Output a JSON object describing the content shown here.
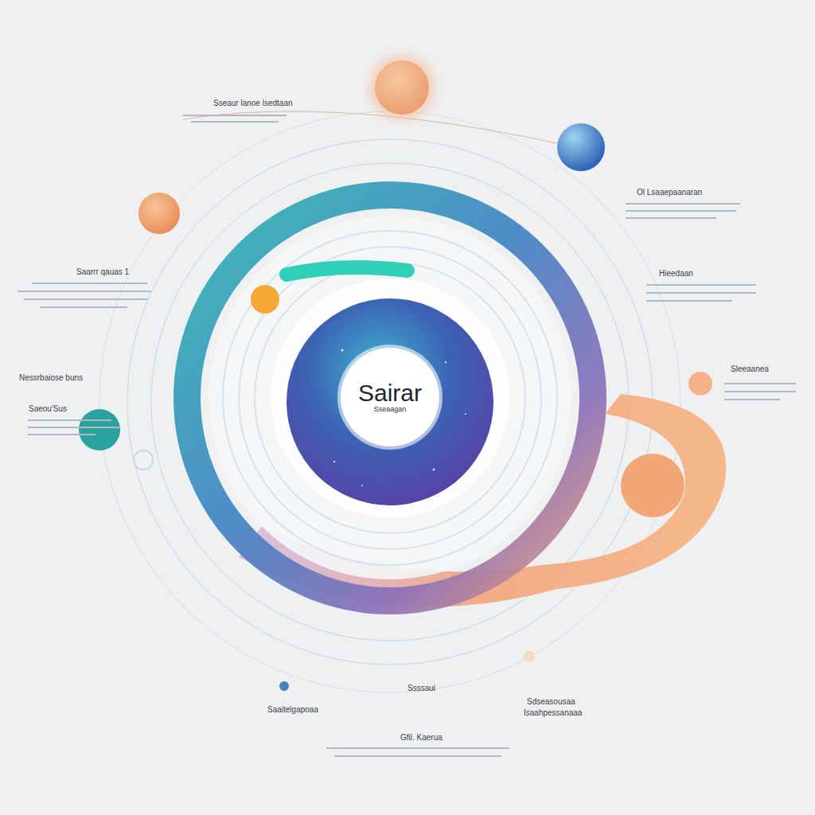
{
  "diagram": {
    "nodes": [
      {
        "text": [
          "Sairar",
          "Sseaagan"
        ]
      }
    ],
    "labels": [
      "Sseaur lanoe lsedtaan",
      "Ol Lsaaepaanaran",
      "Saarrr qauas 1",
      "Hieedaan",
      "Nessrbaiose buns",
      "Saeou'Sus",
      "Sleeaanea",
      "Ssssaui",
      "Saaitelgapoaa",
      "Sdseasousaa",
      "Isaahpessanaaa",
      "Gfil. Kaerua"
    ]
  }
}
